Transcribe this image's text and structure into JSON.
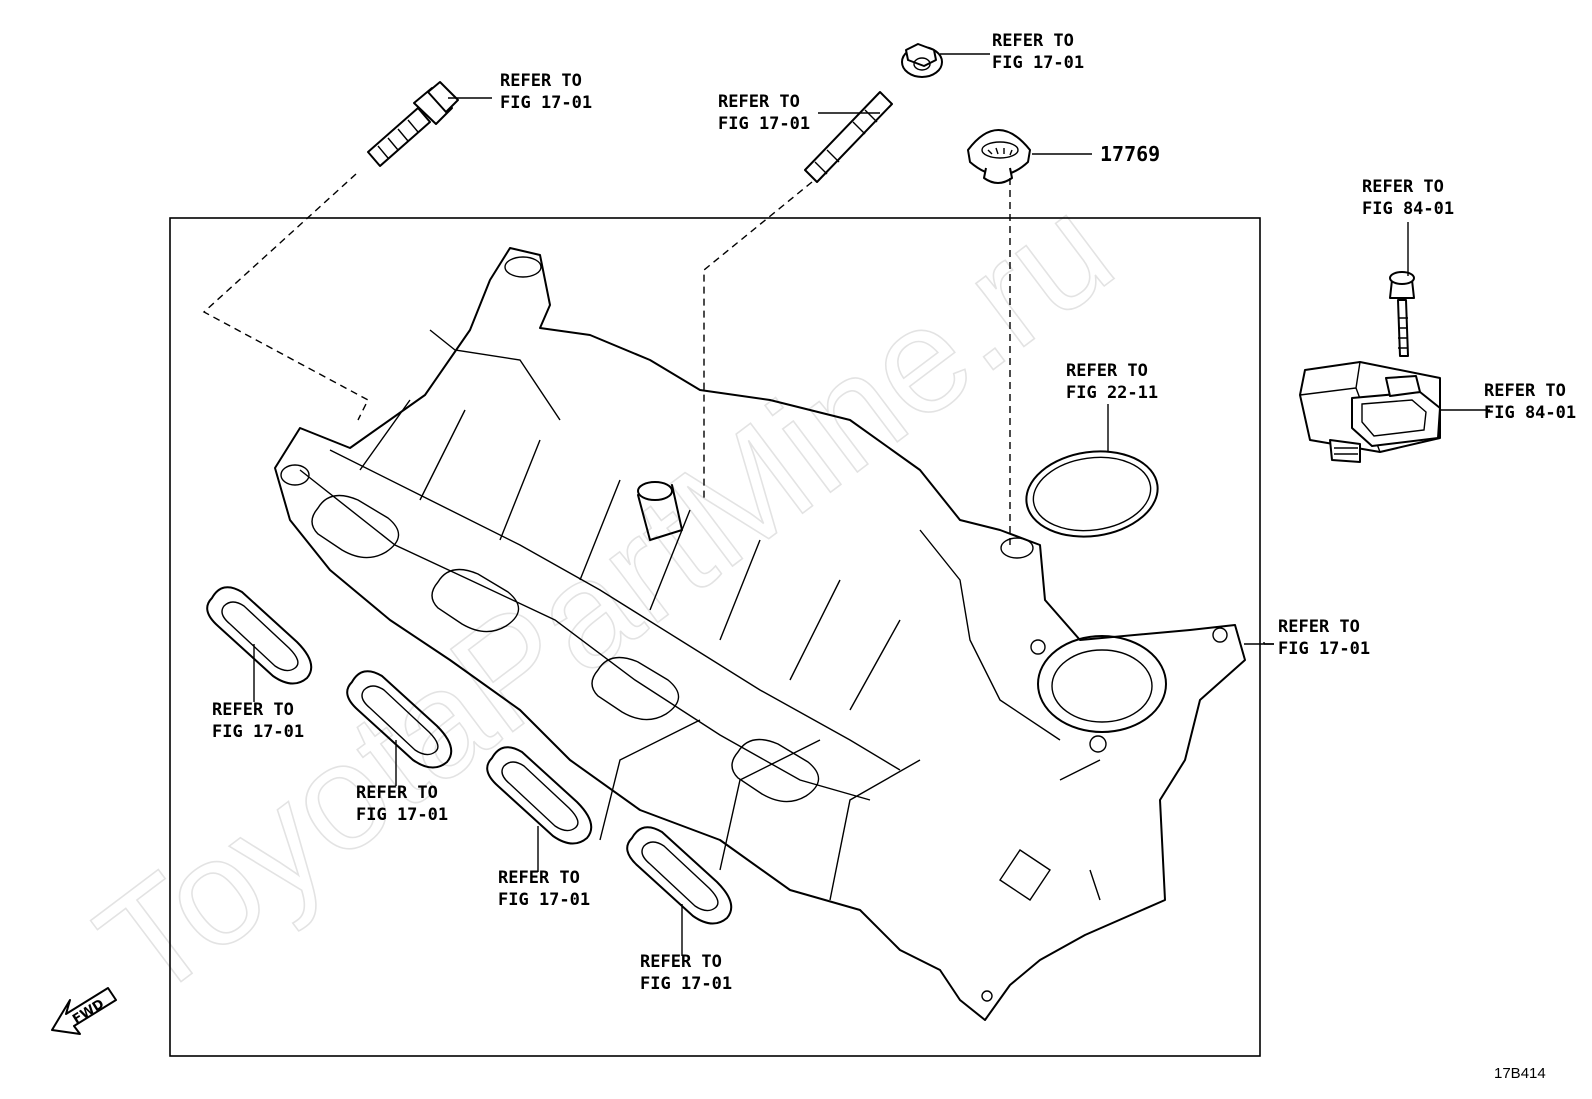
{
  "watermark": "ToyotaPartMine.ru",
  "diagram_code": "17B414",
  "direction_label": "FWD",
  "callouts": {
    "bolt_top_left": [
      "REFER TO",
      "FIG 17-01"
    ],
    "stud_top": [
      "REFER TO",
      "FIG 17-01"
    ],
    "nut_top": [
      "REFER TO",
      "FIG 17-01"
    ],
    "part_number": "17769",
    "sensor_bolt": [
      "REFER TO",
      "FIG 84-01"
    ],
    "sensor": [
      "REFER TO",
      "FIG 84-01"
    ],
    "throttle_gasket": [
      "REFER TO",
      "FIG 22-11"
    ],
    "manifold": [
      "REFER TO",
      "FIG 17-01"
    ],
    "gasket_1": [
      "REFER TO",
      "FIG 17-01"
    ],
    "gasket_2": [
      "REFER TO",
      "FIG 17-01"
    ],
    "gasket_3": [
      "REFER TO",
      "FIG 17-01"
    ],
    "gasket_4": [
      "REFER TO",
      "FIG 17-01"
    ]
  }
}
